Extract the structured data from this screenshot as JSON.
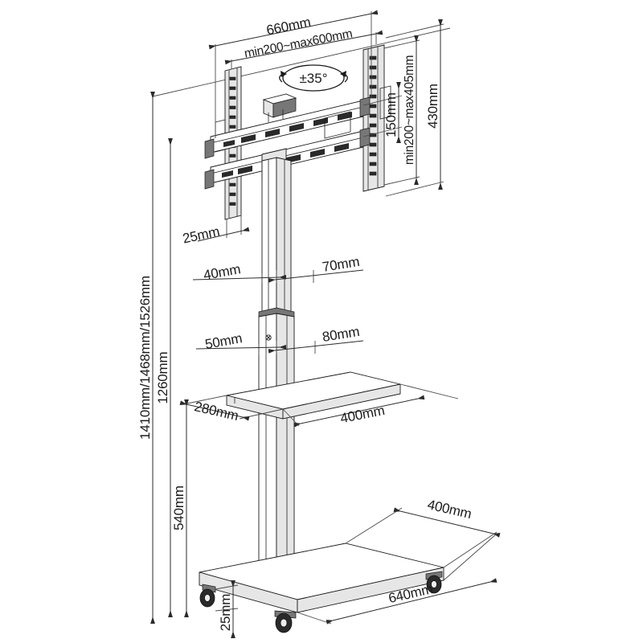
{
  "drawing": {
    "title": "Mobile TV Cart Stand — Dimensioned Technical Drawing",
    "units": "mm",
    "line_color": "#1a1a1a",
    "background": "#ffffff"
  },
  "dimensions": {
    "bracket_width": "660mm",
    "vesa_horizontal": "min200~max600mm",
    "vesa_vertical": "min200~max405mm",
    "bracket_inner_height": "150mm",
    "bracket_height": "430mm",
    "tilt_angle": "±35°",
    "plate_thickness": "25mm",
    "column_depth_upper": "40mm",
    "column_width_upper": "70mm",
    "column_depth_lower": "50mm",
    "column_width_lower": "80mm",
    "shelf_depth": "280mm",
    "shelf_width": "400mm",
    "base_depth": "400mm",
    "base_width": "640mm",
    "caster_height": "25mm",
    "shelf_from_floor": "540mm",
    "column_total_height": "1260mm",
    "overall_heights": "1410mm/1468mm/1526mm"
  },
  "labels": [
    {
      "id": "bracket-width",
      "text": "660mm"
    },
    {
      "id": "vesa-horizontal",
      "text": "min200~max600mm"
    },
    {
      "id": "tilt-angle",
      "text": "±35°"
    },
    {
      "id": "bracket-inner-height",
      "text": "150mm"
    },
    {
      "id": "vesa-vertical",
      "text": "min200~max405mm"
    },
    {
      "id": "bracket-height",
      "text": "430mm"
    },
    {
      "id": "plate-thickness",
      "text": "25mm"
    },
    {
      "id": "column-depth-upper",
      "text": "40mm"
    },
    {
      "id": "column-width-upper",
      "text": "70mm"
    },
    {
      "id": "column-depth-lower",
      "text": "50mm"
    },
    {
      "id": "column-width-lower",
      "text": "80mm"
    },
    {
      "id": "shelf-depth",
      "text": "280mm"
    },
    {
      "id": "shelf-width",
      "text": "400mm"
    },
    {
      "id": "base-depth",
      "text": "400mm"
    },
    {
      "id": "base-width",
      "text": "640mm"
    },
    {
      "id": "caster-height",
      "text": "25mm"
    },
    {
      "id": "shelf-height",
      "text": "540mm"
    },
    {
      "id": "column-height",
      "text": "1260mm"
    },
    {
      "id": "overall-height",
      "text": "1410mm/1468mm/1526mm"
    }
  ]
}
